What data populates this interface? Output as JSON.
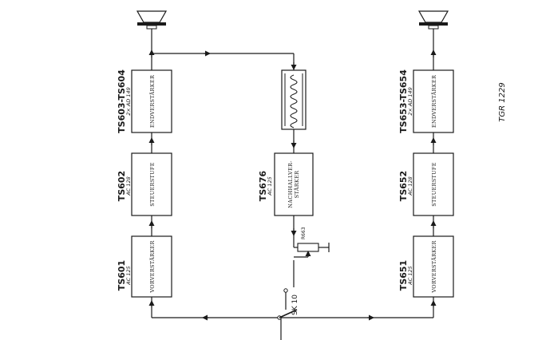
{
  "figure_code": "TGR 1229",
  "switch_label": "SK 10",
  "potentiometer_label": "R663",
  "channels": [
    {
      "id": "left",
      "stages": [
        {
          "ref": "TS601",
          "type": "AC 125",
          "function": "VORVERSTÄRKER"
        },
        {
          "ref": "TS602",
          "type": "AC 128",
          "function": "STEUERSTUFE"
        },
        {
          "ref": "TS603-TS604",
          "type": "2× AD 149",
          "function": "ENDVERSTÄRKER"
        }
      ]
    },
    {
      "id": "center",
      "stages": [
        {
          "ref": "TS676",
          "type": "AC 125",
          "function_lines": [
            "NACHHALLVER-",
            "STÄRKER"
          ]
        }
      ]
    },
    {
      "id": "right",
      "stages": [
        {
          "ref": "TS651",
          "type": "AC 125",
          "function": "VORVERSTÄRKER"
        },
        {
          "ref": "TS652",
          "type": "AC 128",
          "function": "STEUERSTUFE"
        },
        {
          "ref": "TS653-TS654",
          "type": "2× AD 149",
          "function": "ENDVERSTÄRKER"
        }
      ]
    }
  ]
}
